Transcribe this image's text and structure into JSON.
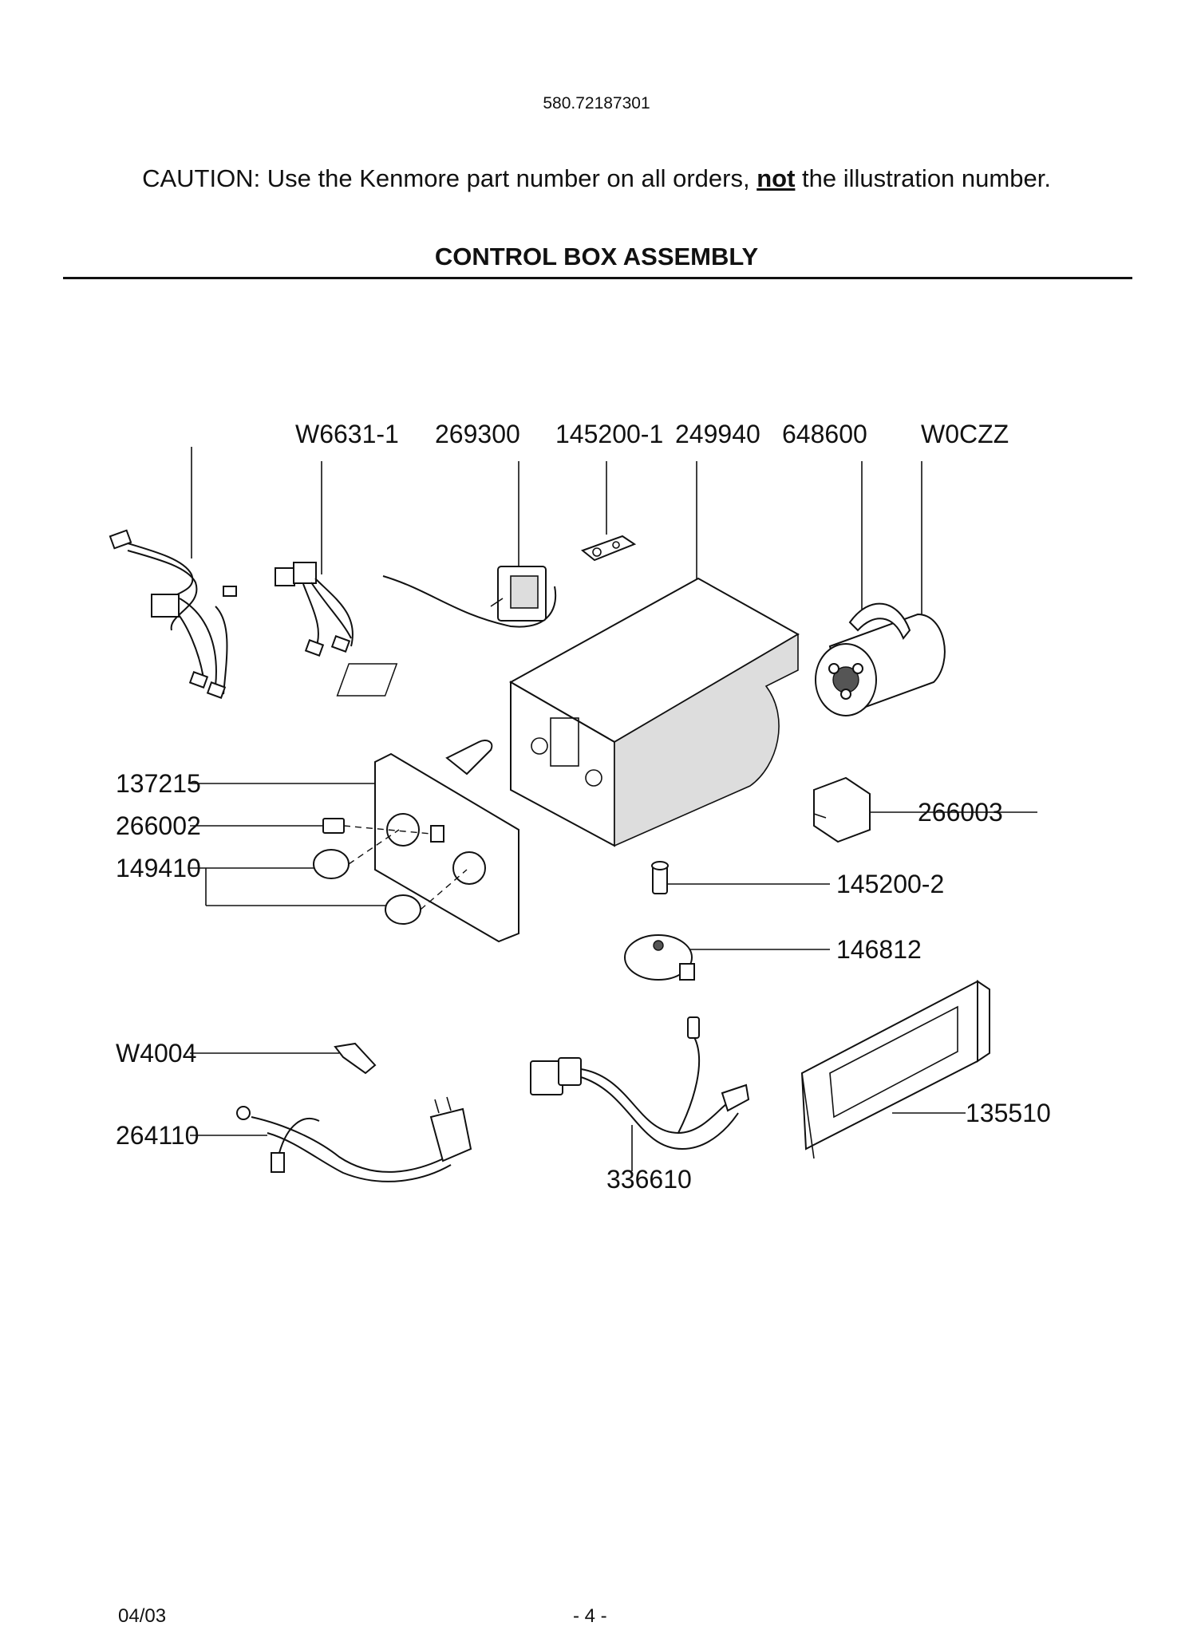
{
  "header": {
    "model_number": "580.72187301",
    "caution_prefix": "CAUTION: Use the Kenmore part number on all orders, ",
    "caution_emphasis": "not",
    "caution_suffix": " the illustration number.",
    "title": "CONTROL BOX ASSEMBLY"
  },
  "parts": {
    "w6631_1": "W6631-1",
    "p269300": "269300",
    "p145200_1": "145200-1",
    "p249940": "249940",
    "p648600": "648600",
    "w0czz": "W0CZZ",
    "p137215": "137215",
    "p266002": "266002",
    "p149410": "149410",
    "p266003": "266003",
    "p145200_2": "145200-2",
    "p146812": "146812",
    "w4004": "W4004",
    "p264110": "264110",
    "p336610": "336610",
    "p135510": "135510"
  },
  "footer": {
    "date": "04/03",
    "page": "- 4 -"
  }
}
